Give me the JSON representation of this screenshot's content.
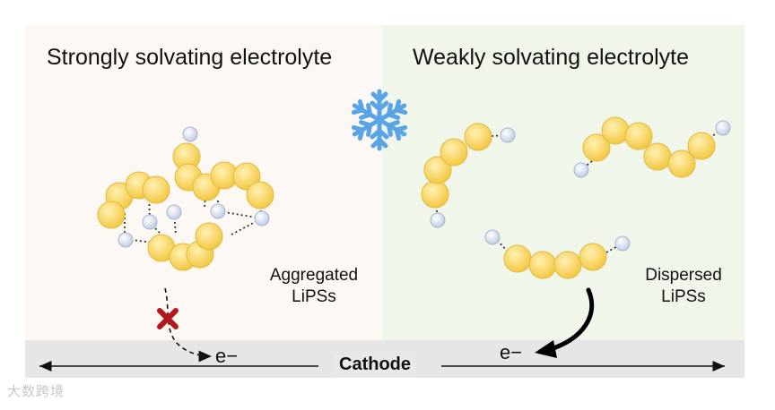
{
  "left_panel": {
    "title": "Strongly solvating electrolyte",
    "caption_line1": "Aggregated",
    "caption_line2": "LiPSs",
    "background": "#fdf8f4"
  },
  "right_panel": {
    "title": "Weakly solvating electrolyte",
    "caption_line1": "Dispersed",
    "caption_line2": "LiPSs",
    "background": "#f1f6ea"
  },
  "cathode": {
    "label": "Cathode",
    "background": "#e6e6e6"
  },
  "electron_left": "e−",
  "electron_right": "e−",
  "watermark": "大数跨境",
  "colors": {
    "sulfur": "#f7d15a",
    "lithium": "#d8e0f0",
    "snowflake": "#5aa4e6",
    "blocked_mark": "#b3161b"
  },
  "icons": [
    "snowflake-icon",
    "cross-icon",
    "curved-arrow-icon"
  ]
}
